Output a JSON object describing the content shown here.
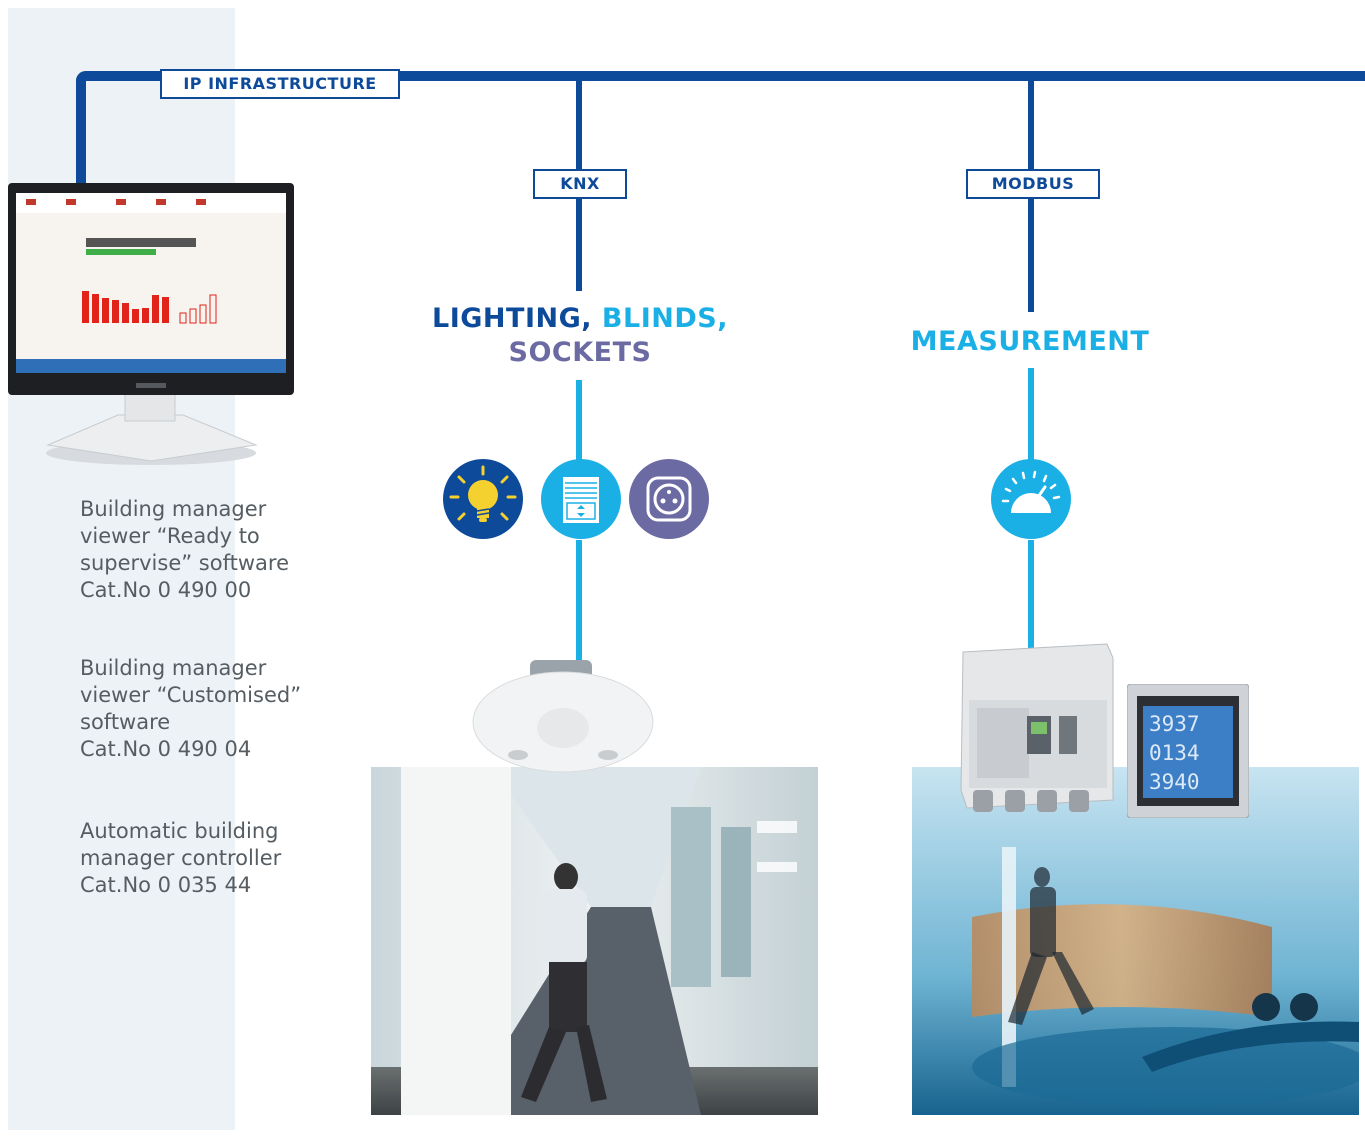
{
  "labels": {
    "ip": "IP INFRASTRUCTURE",
    "knx": "KNX",
    "modbus": "MODBUS"
  },
  "headings": {
    "knx": {
      "part1": "LIGHTING,",
      "part2": "BLINDS,",
      "part3": "SOCKETS"
    },
    "modbus": "MEASUREMENT"
  },
  "software": [
    {
      "lines": [
        "Building manager",
        "viewer “Ready to",
        "supervise” software",
        "Cat.No 0 490 00"
      ]
    },
    {
      "lines": [
        "Building manager",
        "viewer “Customised”",
        "software",
        "Cat.No 0 490 04"
      ]
    },
    {
      "lines": [
        "Automatic building",
        "manager controller",
        "Cat.No 0 035 44"
      ]
    }
  ],
  "meter_readings": [
    "3937",
    "0134",
    "3940"
  ],
  "icons": [
    "light-bulb-icon",
    "blinds-icon",
    "socket-icon",
    "gauge-icon"
  ],
  "colors": {
    "dark_blue": "#0d4a9a",
    "light_blue": "#1ab0e6",
    "purple": "#6b6aa3",
    "panel": "#edf2f7"
  }
}
